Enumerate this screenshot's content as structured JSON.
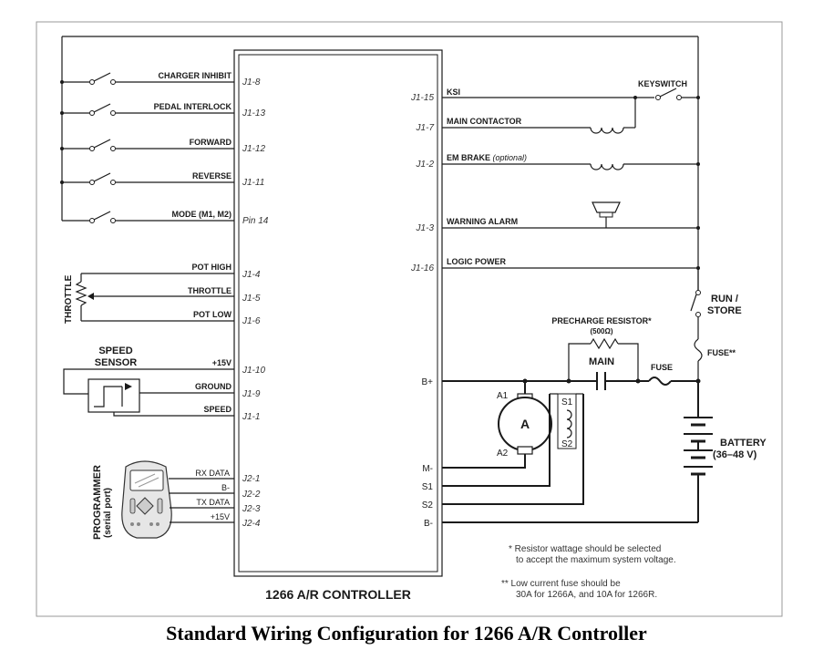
{
  "caption": "Standard Wiring Configuration for 1266 A/R Controller",
  "controller_title": "1266 A/R CONTROLLER",
  "left_inputs": {
    "charger_inhibit": {
      "label": "CHARGER INHIBIT",
      "pin": "J1-8"
    },
    "pedal_interlock": {
      "label": "PEDAL INTERLOCK",
      "pin": "J1-13"
    },
    "forward": {
      "label": "FORWARD",
      "pin": "J1-12"
    },
    "reverse": {
      "label": "REVERSE",
      "pin": "J1-11"
    },
    "mode": {
      "label": "MODE (M1, M2)",
      "pin": "Pin 14"
    }
  },
  "throttle": {
    "label": "THROTTLE",
    "pot_high": {
      "label": "POT HIGH",
      "pin": "J1-4"
    },
    "wiper": {
      "label": "THROTTLE",
      "pin": "J1-5"
    },
    "pot_low": {
      "label": "POT LOW",
      "pin": "J1-6"
    }
  },
  "speed_sensor": {
    "label_line1": "SPEED",
    "label_line2": "SENSOR",
    "supply": {
      "label": "+15V",
      "pin": "J1-10"
    },
    "ground": {
      "label": "GROUND",
      "pin": "J1-9"
    },
    "speed": {
      "label": "SPEED",
      "pin": "J1-1"
    }
  },
  "programmer": {
    "label_line1": "PROGRAMMER",
    "label_line2": "(serial port)",
    "rx": {
      "label": "RX DATA",
      "pin": "J2-1"
    },
    "bminus": {
      "label": "B-",
      "pin": "J2-2"
    },
    "tx": {
      "label": "TX DATA",
      "pin": "J2-3"
    },
    "v15": {
      "label": "+15V",
      "pin": "J2-4"
    }
  },
  "right_outputs": {
    "ksi": {
      "label": "KSI",
      "pin": "J1-15"
    },
    "main_contactor": {
      "label": "MAIN CONTACTOR",
      "pin": "J1-7"
    },
    "em_brake": {
      "label": "EM BRAKE",
      "label_suffix": "(optional)",
      "pin": "J1-2"
    },
    "warning_alarm": {
      "label": "WARNING ALARM",
      "pin": "J1-3"
    },
    "logic_power": {
      "label": "LOGIC POWER",
      "pin": "J1-16"
    }
  },
  "power_pins": {
    "bplus": "B+",
    "mminus": "M-",
    "s1": "S1",
    "s2": "S2",
    "bminus": "B-"
  },
  "components": {
    "keyswitch": "KEYSWITCH",
    "run_store_line1": "RUN /",
    "run_store_line2": "STORE",
    "fuse_star": "FUSE**",
    "precharge": "PRECHARGE RESISTOR*",
    "precharge_value": "(500Ω)",
    "main": "MAIN",
    "fuse": "FUSE",
    "battery": "BATTERY",
    "battery_voltage": "(36–48 V)",
    "motor": "A",
    "a1": "A1",
    "a2": "A2",
    "field_s1": "S1",
    "field_s2": "S2"
  },
  "notes": {
    "note1_line1": "* Resistor wattage should be selected",
    "note1_line2": "to accept the maximum system voltage.",
    "note2_line1": "** Low current fuse should be",
    "note2_line2": "30A for 1266A, and 10A for 1266R."
  }
}
